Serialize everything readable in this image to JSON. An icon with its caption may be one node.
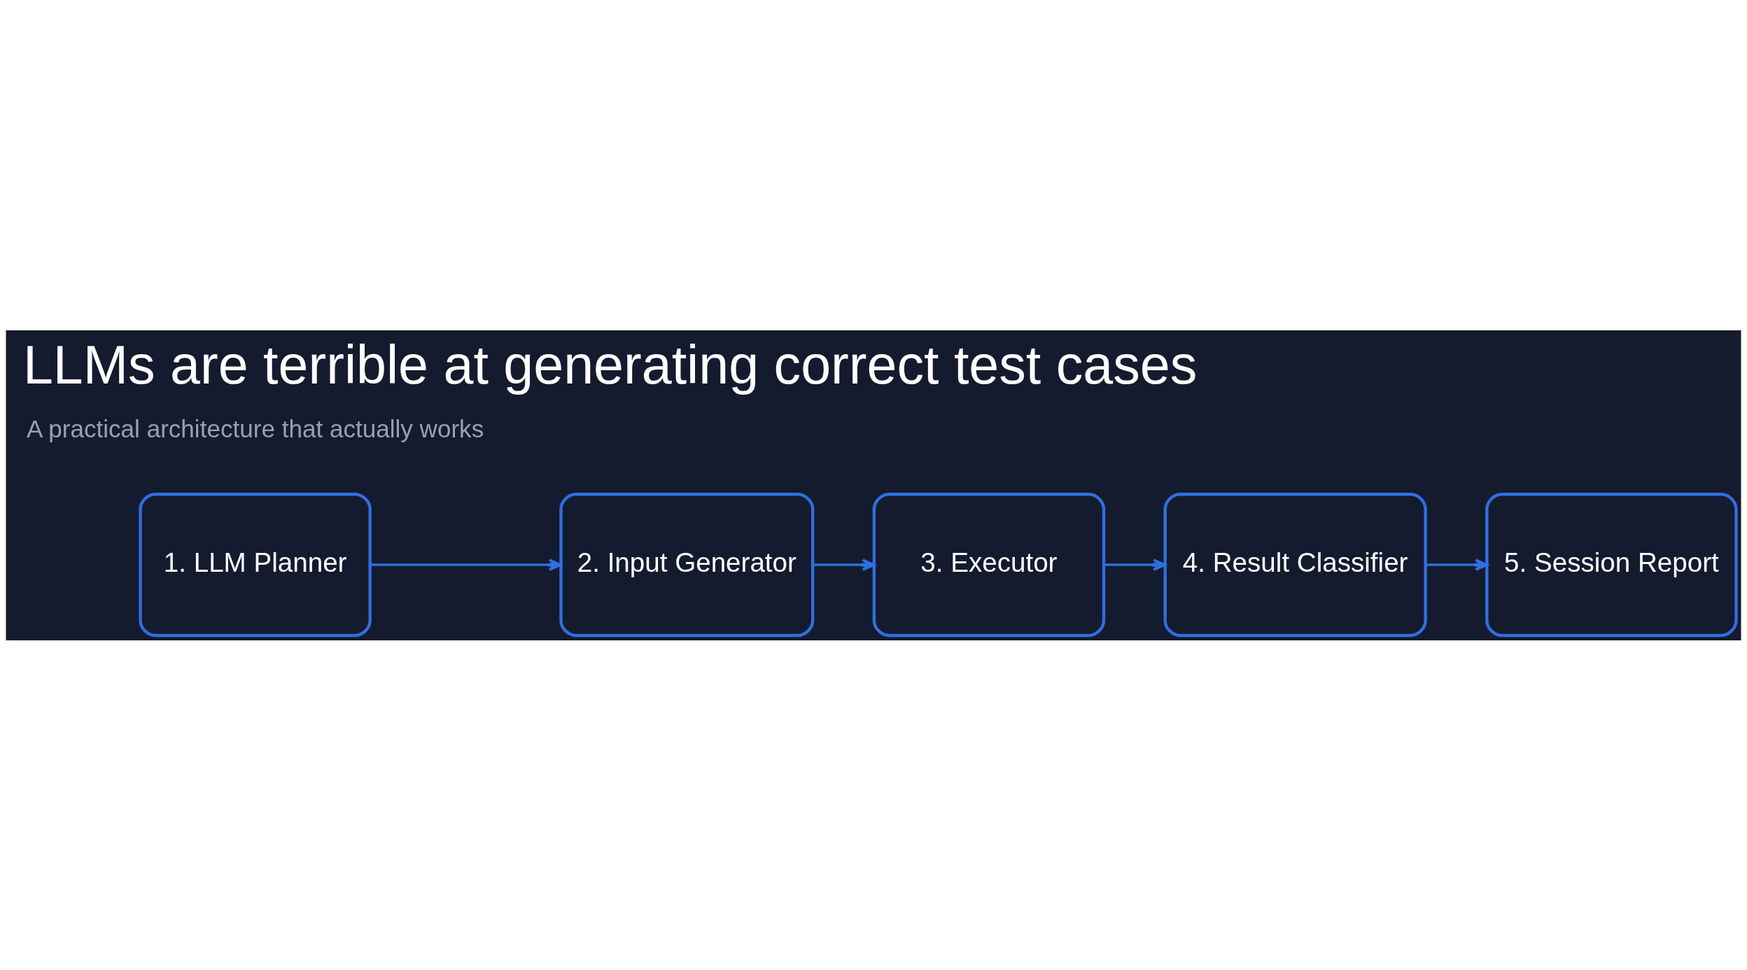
{
  "diagram": {
    "title": "LLMs are terrible at generating correct test cases",
    "nodes": [
      {
        "text": [
          "1. LLM Planner"
        ]
      },
      {
        "text": [
          "2. Input Generator"
        ]
      },
      {
        "text": [
          "3. Executor"
        ]
      },
      {
        "text": [
          "4. Result Classifier"
        ]
      },
      {
        "text": [
          "5. Session Report"
        ]
      }
    ],
    "edges": [
      {
        "from": 0,
        "to": 1,
        "arrow": "to"
      },
      {
        "from": 1,
        "to": 2,
        "arrow": "to"
      },
      {
        "from": 2,
        "to": 3,
        "arrow": "to"
      },
      {
        "from": 3,
        "to": 4,
        "arrow": "to"
      }
    ],
    "labels": [
      "A practical architecture that actually works"
    ]
  }
}
